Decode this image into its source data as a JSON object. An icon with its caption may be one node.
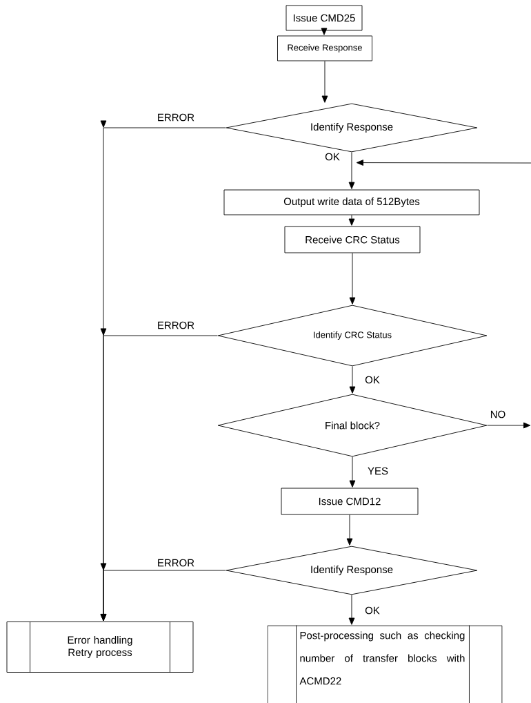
{
  "diagram": {
    "nodes": [
      {
        "text": [
          "Issue CMD25"
        ]
      },
      {
        "text": [
          "Receive Response"
        ]
      },
      {
        "text": [
          "Identify Response"
        ]
      },
      {
        "text": [
          "Output write data of 512Bytes"
        ]
      },
      {
        "text": [
          "Receive CRC Status"
        ]
      },
      {
        "text": [
          "Identify CRC Status"
        ]
      },
      {
        "text": [
          "Final block?"
        ]
      },
      {
        "text": [
          "Issue CMD12"
        ]
      },
      {
        "text": [
          "Identify Response"
        ]
      },
      {
        "text": [
          "Error handling Retry process"
        ]
      },
      {
        "text": [
          "Post-processing such as checking number of transfer blocks with ACMD22"
        ]
      }
    ],
    "edges": [
      {
        "from": 0,
        "to": 1,
        "arrow": "to"
      },
      {
        "from": 1,
        "to": 2,
        "arrow": "to"
      },
      {
        "from": 2,
        "to": 9,
        "arrow": "to",
        "label": "ERROR"
      },
      {
        "from": 2,
        "to": 3,
        "arrow": "to",
        "label": "OK"
      },
      {
        "from": null,
        "to": 3,
        "arrow": "to"
      },
      {
        "from": 3,
        "to": 4,
        "arrow": "to"
      },
      {
        "from": 4,
        "to": 5,
        "arrow": "to"
      },
      {
        "from": 5,
        "to": 9,
        "arrow": "to",
        "label": "ERROR"
      },
      {
        "from": 5,
        "to": 6,
        "arrow": "to",
        "label": "OK"
      },
      {
        "from": 6,
        "to": null,
        "arrow": "to",
        "label": "NO"
      },
      {
        "from": 6,
        "to": 7,
        "arrow": "to",
        "label": "YES"
      },
      {
        "from": 7,
        "to": 8,
        "arrow": "to"
      },
      {
        "from": 8,
        "to": 9,
        "arrow": "to",
        "label": "ERROR"
      },
      {
        "from": 8,
        "to": 10,
        "arrow": "to",
        "label": "OK"
      }
    ]
  }
}
